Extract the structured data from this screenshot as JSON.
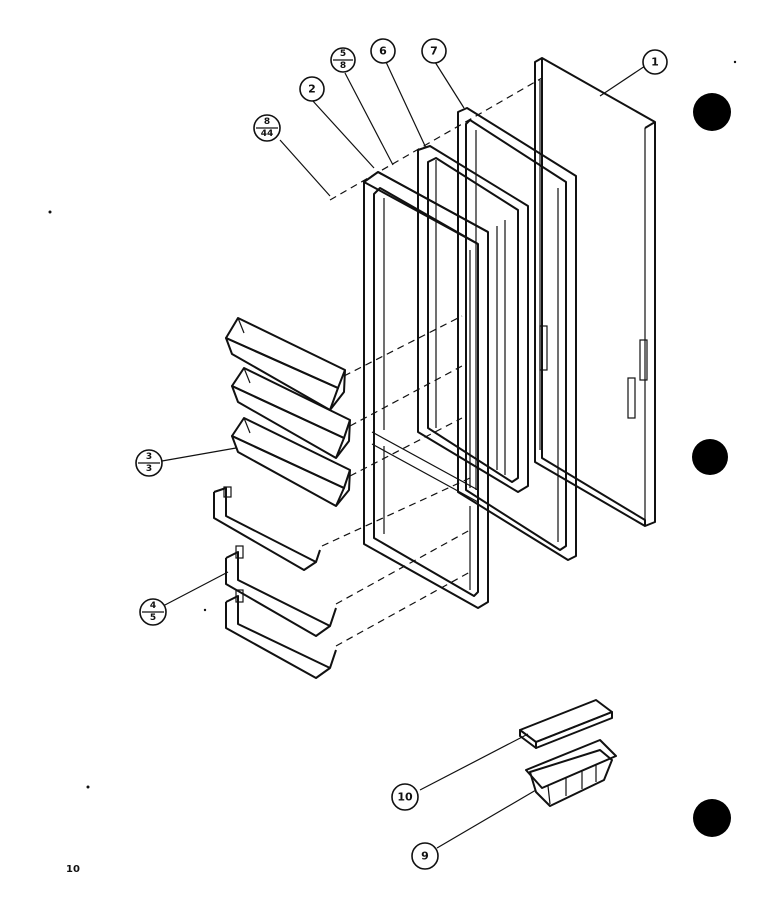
{
  "diagram": {
    "page_number": "10",
    "callouts": [
      {
        "id": "1",
        "label": "1"
      },
      {
        "id": "2",
        "label": "2"
      },
      {
        "id": "5-8",
        "numerator": "5",
        "denominator": "8"
      },
      {
        "id": "6",
        "label": "6"
      },
      {
        "id": "7",
        "label": "7"
      },
      {
        "id": "8-44",
        "numerator": "8",
        "denominator": "44"
      },
      {
        "id": "3-3",
        "numerator": "3",
        "denominator": "3"
      },
      {
        "id": "4-5",
        "numerator": "4",
        "denominator": "5"
      },
      {
        "id": "10",
        "label": "10"
      },
      {
        "id": "9",
        "label": "9"
      }
    ]
  }
}
